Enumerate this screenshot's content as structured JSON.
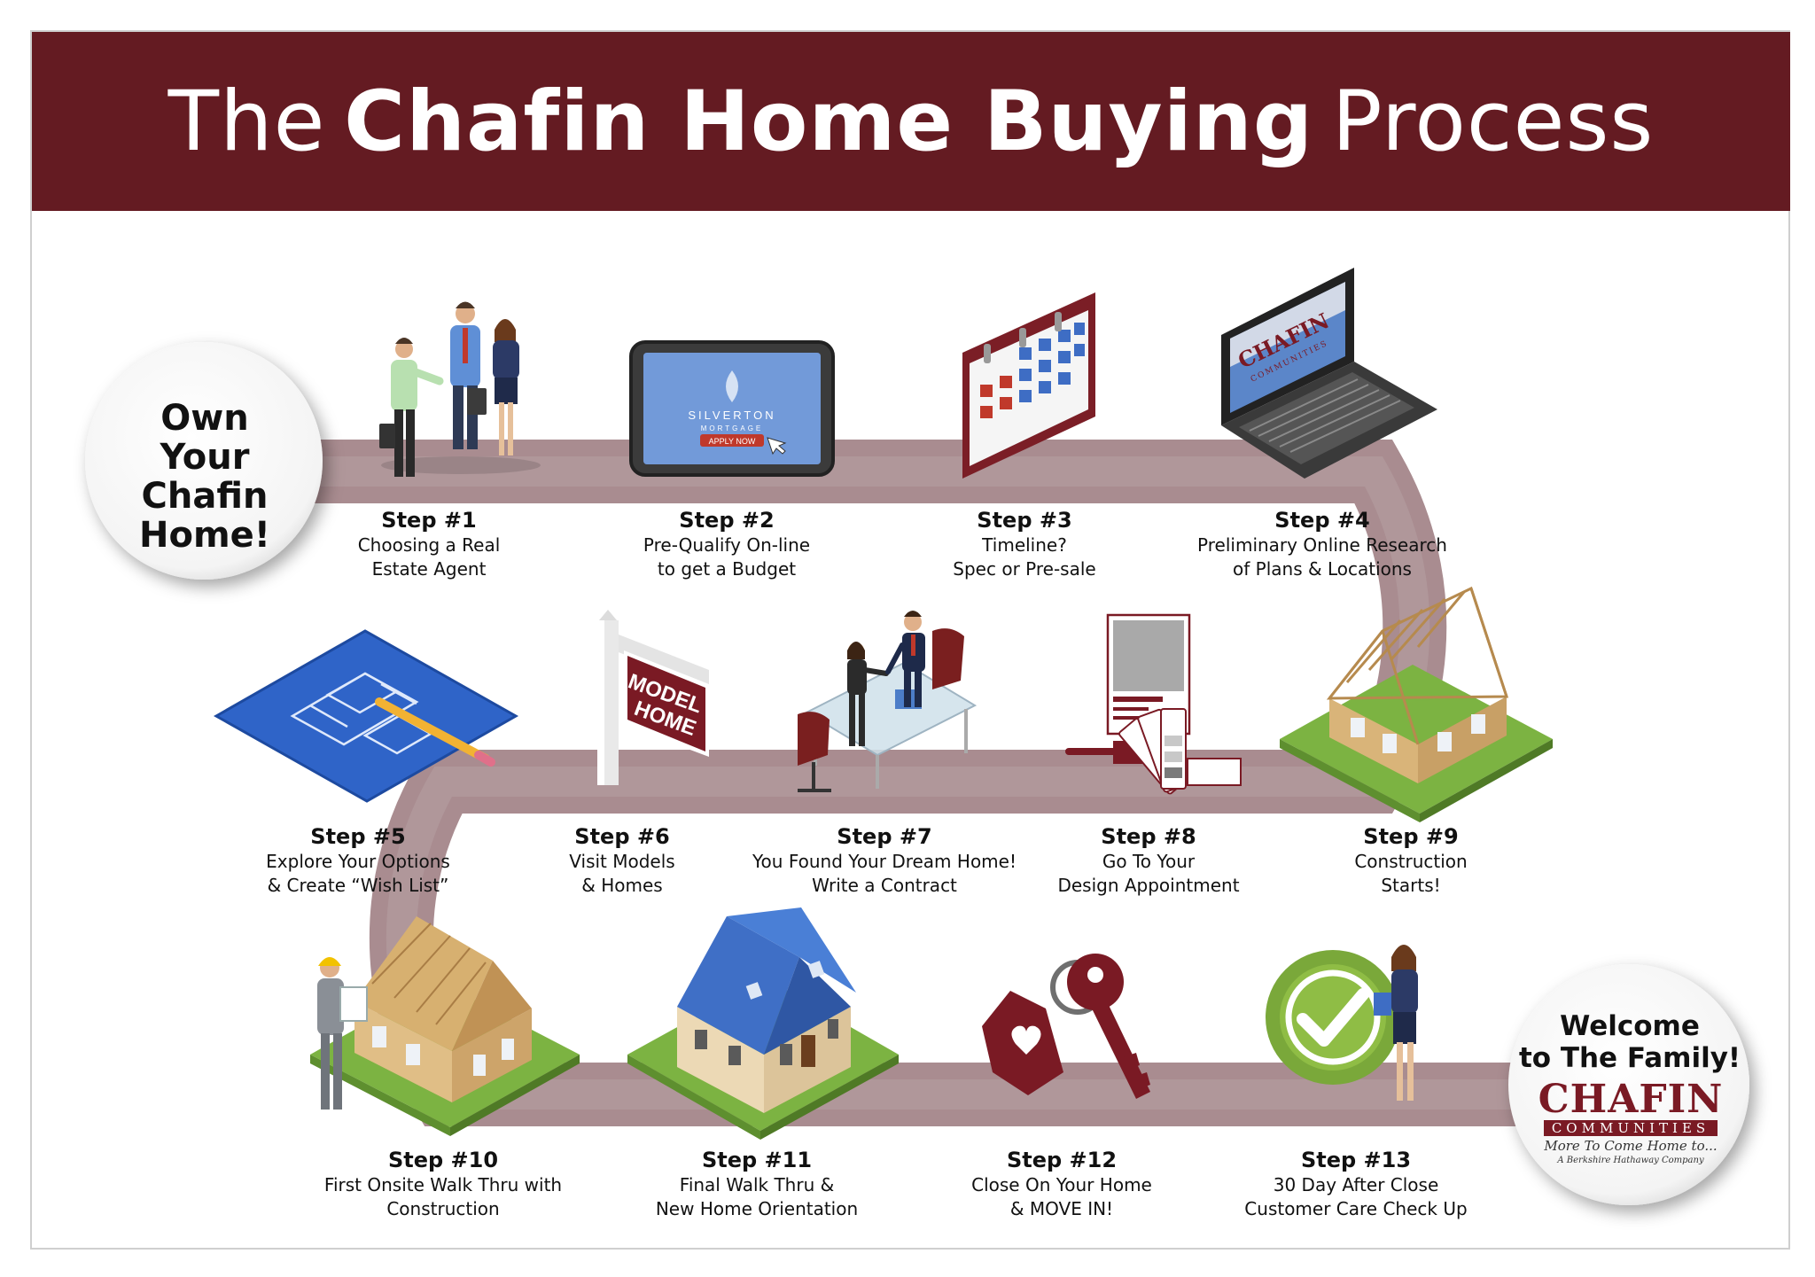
{
  "title": {
    "pre": "The",
    "bold": "Chafin Home Buying",
    "post": "Process"
  },
  "start_circle": {
    "lines": [
      "Own",
      "Your Chafin",
      "Home!"
    ]
  },
  "end_circle": {
    "lines": [
      "Welcome",
      "to The Family!"
    ],
    "logo_name": "CHAFIN",
    "logo_sub": "COMMUNITIES",
    "logo_tagline": "More To Come Home to...",
    "logo_parent": "A Berkshire Hathaway Company"
  },
  "screen_text": {
    "tablet_brand": "SILVERTON",
    "tablet_sub": "MORTGAGE",
    "tablet_button": "APPLY NOW",
    "laptop_brand": "CHAFIN",
    "laptop_sub": "COMMUNITIES",
    "sign_line1": "MODEL",
    "sign_line2": "HOME"
  },
  "steps": [
    {
      "num": "Step #1",
      "lines": [
        "Choosing a Real",
        "Estate Agent"
      ]
    },
    {
      "num": "Step #2",
      "lines": [
        "Pre-Qualify On-line",
        "to get a Budget"
      ]
    },
    {
      "num": "Step #3",
      "lines": [
        "Timeline?",
        "Spec or Pre-sale"
      ]
    },
    {
      "num": "Step #4",
      "lines": [
        "Preliminary Online Research",
        "of Plans & Locations"
      ]
    },
    {
      "num": "Step #5",
      "lines": [
        "Explore Your Options",
        "& Create “Wish List”"
      ]
    },
    {
      "num": "Step #6",
      "lines": [
        "Visit Models",
        "& Homes"
      ]
    },
    {
      "num": "Step #7",
      "lines": [
        "You Found Your Dream Home!",
        "Write a Contract"
      ]
    },
    {
      "num": "Step #8",
      "lines": [
        "Go To Your",
        "Design Appointment"
      ]
    },
    {
      "num": "Step #9",
      "lines": [
        "Construction",
        "Starts!"
      ]
    },
    {
      "num": "Step #10",
      "lines": [
        "First Onsite Walk Thru with",
        "Construction"
      ]
    },
    {
      "num": "Step #11",
      "lines": [
        "Final Walk Thru &",
        "New Home Orientation"
      ]
    },
    {
      "num": "Step #12",
      "lines": [
        "Close On Your Home",
        "& MOVE IN!"
      ]
    },
    {
      "num": "Step #13",
      "lines": [
        "30 Day After Close",
        "Customer Care Check Up"
      ]
    }
  ],
  "colors": {
    "banner": "#641b22",
    "path": "#a98c90",
    "accent_red": "#7a1a24",
    "grass": "#7cb342",
    "roof_blue": "#3f6fc6",
    "wood": "#d9b479",
    "check_green": "#7aa83a"
  },
  "icons": [
    "handshake-people-icon",
    "tablet-icon",
    "calendar-icon",
    "laptop-icon",
    "blueprint-icon",
    "model-home-sign-icon",
    "office-meeting-icon",
    "design-swatch-icon",
    "house-frame-icon",
    "inspector-house-icon",
    "finished-house-icon",
    "house-keys-icon",
    "checkmark-badge-icon"
  ]
}
